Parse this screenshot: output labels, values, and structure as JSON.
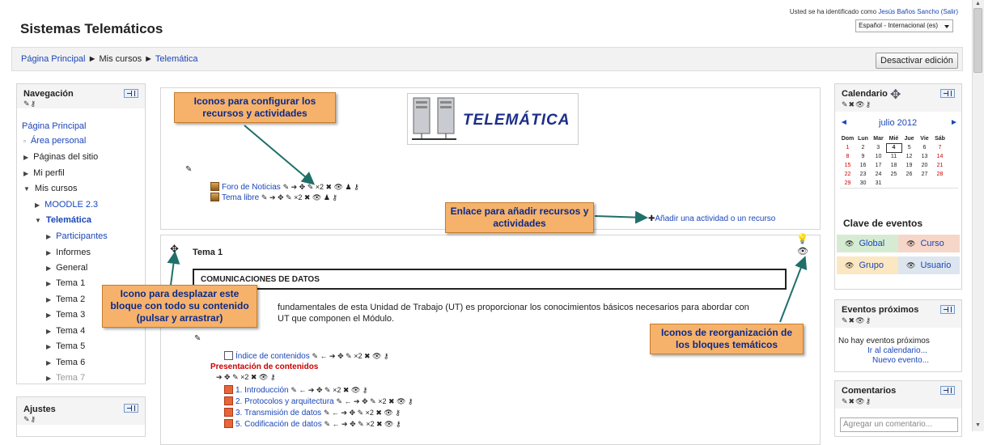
{
  "header": {
    "site_title": "Sistemas Telemáticos",
    "login_prefix": "Usted se ha identificado como",
    "login_user": "Jesús Baños Sancho",
    "login_logout": "(Salir)",
    "language": "Español - Internacional (es)"
  },
  "breadcrumb": {
    "home": "Página Principal",
    "sep1": "►",
    "mycourses": "Mis cursos",
    "sep2": "►",
    "course": "Telemática"
  },
  "edit_button": "Desactivar edición",
  "navigation": {
    "title": "Navegación",
    "home": "Página Principal",
    "personal": "Área personal",
    "site_pages": "Páginas del sitio",
    "profile": "Mi perfil",
    "my_courses": "Mis cursos",
    "moodle": "MOODLE 2.3",
    "telematica": "Telemática",
    "items": [
      "Participantes",
      "Informes",
      "General",
      "Tema 1",
      "Tema 2",
      "Tema 3",
      "Tema 4",
      "Tema 5",
      "Tema 6",
      "Tema 7"
    ]
  },
  "settings": {
    "title": "Ajustes"
  },
  "course": {
    "logo_text": "TELEMÁTICA",
    "forum": "Foro de Noticias",
    "free_topic": "Tema libre",
    "add_activity": "Añadir una actividad o un recurso",
    "section_title": "Tema 1",
    "section_heading": "COMUNICACIONES DE DATOS",
    "summary_line1": "fundamentales de esta Unidad de Trabajo (UT) es proporcionar los conocimientos básicos necesarios para abordar con",
    "summary_line2": "UT que componen el Módulo.",
    "index": "Índice de contenidos",
    "presentation": "Presentación de contenidos",
    "resources": [
      "1. Introducción",
      "2. Protocolos y arquitectura",
      "3. Transmisión de datos",
      "5. Codificación de datos"
    ],
    "edit_icons_x2": "×2"
  },
  "callouts": {
    "config": "Iconos para configurar los recursos y actividades",
    "add": "Enlace para añadir recursos y actividades",
    "move": "Icono para desplazar este bloque con todo su contenido (pulsar y arrastrar)",
    "reorg": "Iconos de reorganización de los bloques temáticos"
  },
  "calendar": {
    "title": "Calendario",
    "month": "julio 2012",
    "prev": "◄",
    "next": "►",
    "days": [
      "Dom",
      "Lun",
      "Mar",
      "Mié",
      "Jue",
      "Vie",
      "Sáb"
    ],
    "weeks": [
      [
        "1",
        "2",
        "3",
        "4",
        "5",
        "6",
        "7"
      ],
      [
        "8",
        "9",
        "10",
        "11",
        "12",
        "13",
        "14"
      ],
      [
        "15",
        "16",
        "17",
        "18",
        "19",
        "20",
        "21"
      ],
      [
        "22",
        "23",
        "24",
        "25",
        "26",
        "27",
        "28"
      ],
      [
        "29",
        "30",
        "31",
        "",
        "",
        "",
        ""
      ]
    ],
    "today": "4",
    "events_key_title": "Clave de eventos",
    "global": "Global",
    "course": "Curso",
    "group": "Grupo",
    "user": "Usuario"
  },
  "upcoming": {
    "title": "Eventos próximos",
    "none": "No hay eventos próximos",
    "goto": "Ir al calendario...",
    "new": "Nuevo evento..."
  },
  "comments": {
    "title": "Comentarios",
    "placeholder": "Agregar un comentario..."
  },
  "colors": {
    "link": "#1a46b8",
    "callout": "#f6b26b",
    "global": "#d6ecd2",
    "course": "#f6d6c8",
    "group": "#fbe7c2",
    "user": "#dde6ee"
  }
}
